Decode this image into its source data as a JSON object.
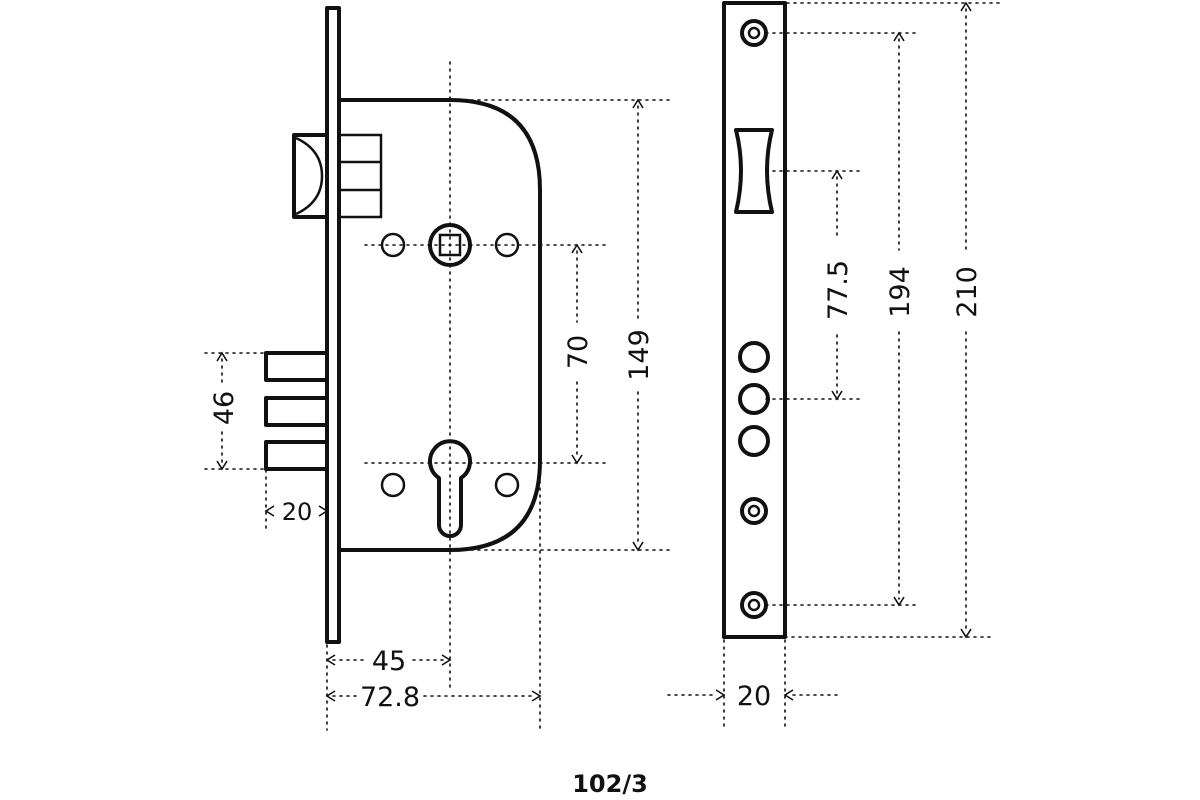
{
  "model": "102/3",
  "dimensions": {
    "backset": "45",
    "case_width": "72.8",
    "faceplate_width": "20",
    "bolt_throw": "20",
    "bolt_spacing": "46",
    "spindle_to_cylinder": "70",
    "case_height": "149",
    "screw_to_cylinder": "77.5",
    "screw_spacing": "194",
    "faceplate_height": "210"
  },
  "colors": {
    "line": "#111111",
    "background": "#ffffff"
  }
}
